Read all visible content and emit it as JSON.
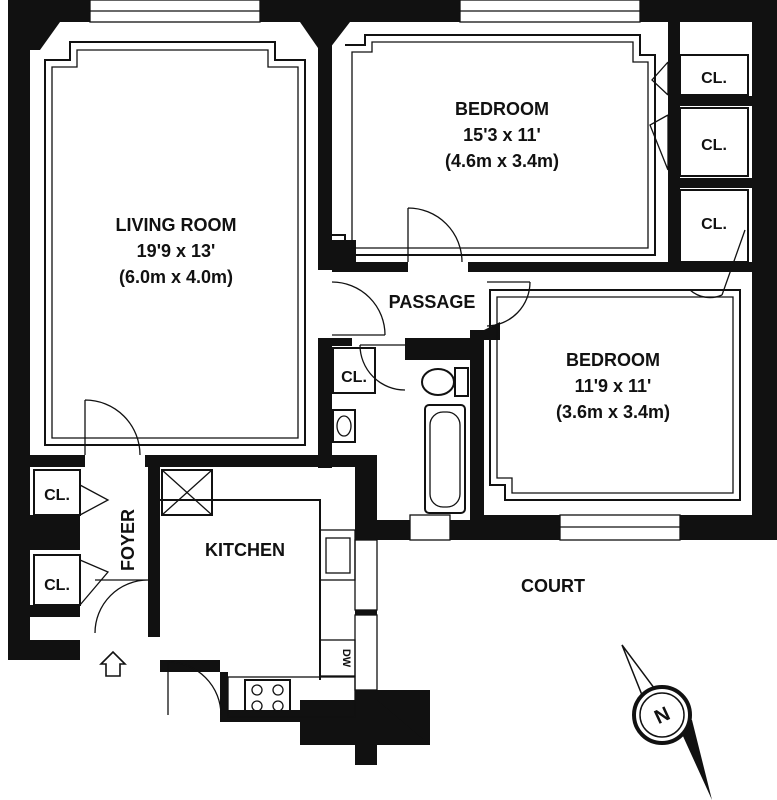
{
  "rooms": {
    "living": {
      "name": "LIVING ROOM",
      "dim_imperial": "19'9 x 13'",
      "dim_metric": "(6.0m x 4.0m)"
    },
    "bedroom1": {
      "name": "BEDROOM",
      "dim_imperial": "15'3 x 11'",
      "dim_metric": "(4.6m x 3.4m)"
    },
    "bedroom2": {
      "name": "BEDROOM",
      "dim_imperial": "11'9 x 11'",
      "dim_metric": "(3.6m x 3.4m)"
    },
    "passage": {
      "name": "PASSAGE"
    },
    "kitchen": {
      "name": "KITCHEN"
    },
    "foyer": {
      "name": "FOYER"
    },
    "court": {
      "name": "COURT"
    }
  },
  "closets": {
    "label": "CL."
  },
  "fixtures": {
    "dishwasher": "DW"
  },
  "compass": {
    "north": "N"
  }
}
